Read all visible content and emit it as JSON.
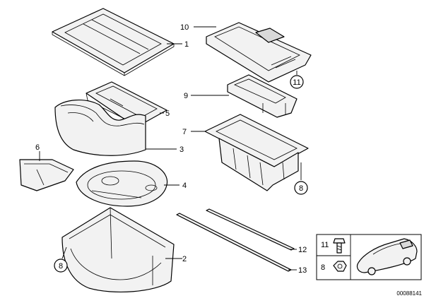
{
  "callouts": {
    "c1": "1",
    "c2": "2",
    "c3": "3",
    "c4": "4",
    "c5": "5",
    "c6": "6",
    "c7": "7",
    "c8": "8",
    "c9": "9",
    "c10": "10",
    "c11": "11",
    "c12": "12",
    "c13": "13"
  },
  "circled": {
    "a": "11",
    "b": "8",
    "c": "8"
  },
  "inset": {
    "label_11": "11",
    "label_8": "8"
  },
  "drawing_number": "00088141"
}
